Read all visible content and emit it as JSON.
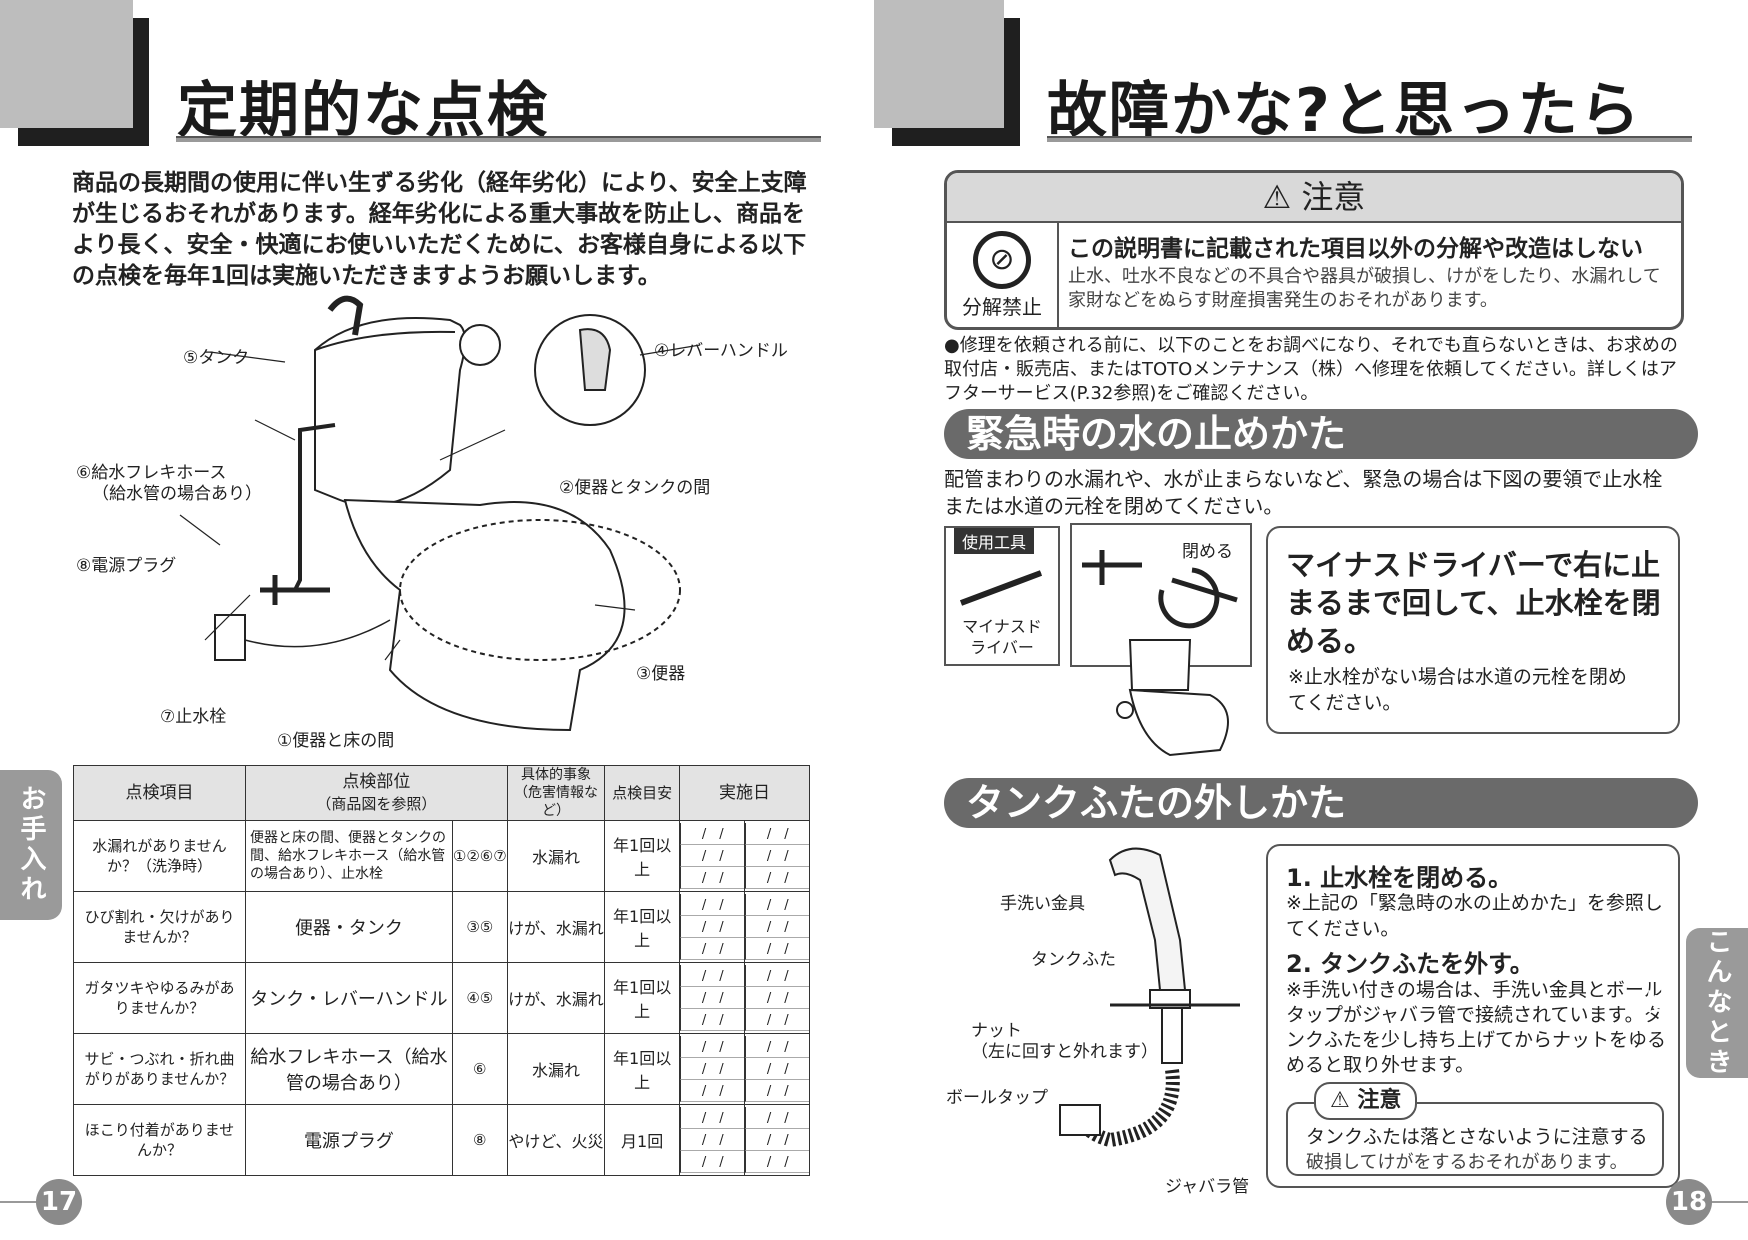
{
  "left": {
    "title": "定期的な点検",
    "intro": "商品の長期間の使用に伴い生ずる劣化（経年劣化）により、安全上支障が生じるおそれがあります。経年劣化による重大事故を防止し、商品をより長く、安全・快適にお使いいただくために、お客様自身による以下の点検を毎年1回は実施いただきますようお願いします。",
    "labels": {
      "tank": "⑤タンク",
      "lever": "④レバーハンドル",
      "hose": "⑥給水フレキホース",
      "hose_note": "（給水管の場合あり）",
      "bowl_tank": "②便器とタンクの間",
      "plug": "⑧電源プラグ",
      "bowl": "③便器",
      "valve": "⑦止水栓",
      "bowl_floor": "①便器と床の間"
    },
    "table": {
      "headers": [
        "点検項目",
        "点検部位",
        "（商品図を参照）",
        "具体的事象",
        "（危害情報など）",
        "点検目安",
        "実施日"
      ],
      "rows": [
        {
          "item": "水漏れがありませんか？（洗浄時）",
          "part": "便器と床の間、便器とタンクの間、給水フレキホース（給水管の場合あり）、止水栓",
          "nums": "①②⑥⑦",
          "event": "水漏れ",
          "freq": "年1回以上"
        },
        {
          "item": "ひび割れ・欠けがありませんか？",
          "part": "便器・タンク",
          "nums": "③⑤",
          "event": "けが、水漏れ",
          "freq": "年1回以上"
        },
        {
          "item": "ガタツキやゆるみがありませんか？",
          "part": "タンク・レバーハンドル",
          "nums": "④⑤",
          "event": "けが、水漏れ",
          "freq": "年1回以上"
        },
        {
          "item": "サビ・つぶれ・折れ曲がりがありませんか？",
          "part": "給水フレキホース（給水管の場合あり）",
          "nums": "⑥",
          "event": "水漏れ",
          "freq": "年1回以上"
        },
        {
          "item": "ほこり付着がありませんか？",
          "part": "電源プラグ",
          "nums": "⑧",
          "event": "やけど、火災",
          "freq": "月1回"
        }
      ],
      "date_mark": "/　/"
    },
    "side_tab": "お手入れ",
    "page_number": "17"
  },
  "right": {
    "title": "故障かな?と思ったら",
    "caution": {
      "heading": "注意",
      "icon_label": "分解禁止",
      "main": "この説明書に記載された項目以外の分解や改造はしない",
      "sub": "止水、吐水不良などの不具合や器具が破損し、けがをしたり、水漏れして家財などをぬらす財産損害発生のおそれがあります。"
    },
    "repair_note": "●修理を依頼される前に、以下のことをお調べになり、それでも直らないときは、お求めの取付店・販売店、またはTOTOメンテナンス（株）へ修理を依頼してください。詳しくはアフターサービス(P.32参照)をご確認ください。",
    "emergency": {
      "heading": "緊急時の水の止めかた",
      "text": "配管まわりの水漏れや、水が止まらないなど、緊急の場合は下図の要領で止水栓または水道の元栓を閉めてください。",
      "tool_label": "使用工具",
      "tool_name": "マイナスドライバー",
      "close_label": "閉める",
      "instruction": "マイナスドライバーで右に止まるまで回して、止水栓を閉める。",
      "note": "※止水栓がない場合は水道の元栓を閉めてください。"
    },
    "tank_lid": {
      "heading": "タンクふたの外しかた",
      "labels": {
        "faucet": "手洗い金具",
        "lid": "タンクふた",
        "nut": "ナット",
        "nut_note": "（左に回すと外れます）",
        "ball_tap": "ボールタップ",
        "bellows": "ジャバラ管"
      },
      "step1": "1. 止水栓を閉める。",
      "step1_note": "※上記の「緊急時の水の止めかた」を参照してください。",
      "step2": "2. タンクふたを外す。",
      "step2_note": "※手洗い付きの場合は、手洗い金具とボールタップがジャバラ管で接続されています。タンクふたを少し持ち上げてからナットをゆるめると取り外せます。",
      "caution_heading": "注意",
      "caution_main": "タンクふたは落とさないように注意する",
      "caution_sub": "破損してけがをするおそれがあります。"
    },
    "side_tab": "こんなときは",
    "page_number": "18"
  }
}
